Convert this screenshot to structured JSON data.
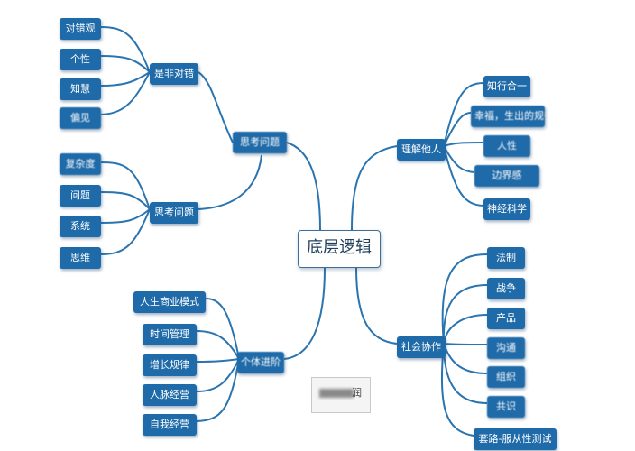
{
  "center": {
    "label": "底层逻辑"
  },
  "branches": {
    "thinking_tl": {
      "label": "思考问题",
      "sub": {
        "label": "是非对错",
        "leaves": [
          "对错观",
          "个性",
          "知慧",
          "偏见"
        ]
      }
    },
    "thinking_bl": {
      "label": "思考问题",
      "leaves": [
        "复杂度",
        "问题",
        "系统",
        "思维"
      ]
    },
    "personal": {
      "label": "个体进阶",
      "leaves": [
        "人生商业模式",
        "时间管理",
        "增长规律",
        "人脉经营",
        "自我经营"
      ]
    },
    "understand": {
      "label": "理解他人",
      "leaves": [
        "知行合一",
        "幸福，生出的规律",
        "人性",
        "边界感",
        "神经科学"
      ]
    },
    "social": {
      "label": "社会协作",
      "leaves": [
        "法制",
        "战争",
        "产品",
        "沟通",
        "组织",
        "共识",
        "套路-服从性测试"
      ]
    }
  },
  "stamp": {
    "text": "润"
  },
  "colors": {
    "node": "#1f6aa8",
    "line": "#2a74b0",
    "center_border": "#3d6f98"
  }
}
